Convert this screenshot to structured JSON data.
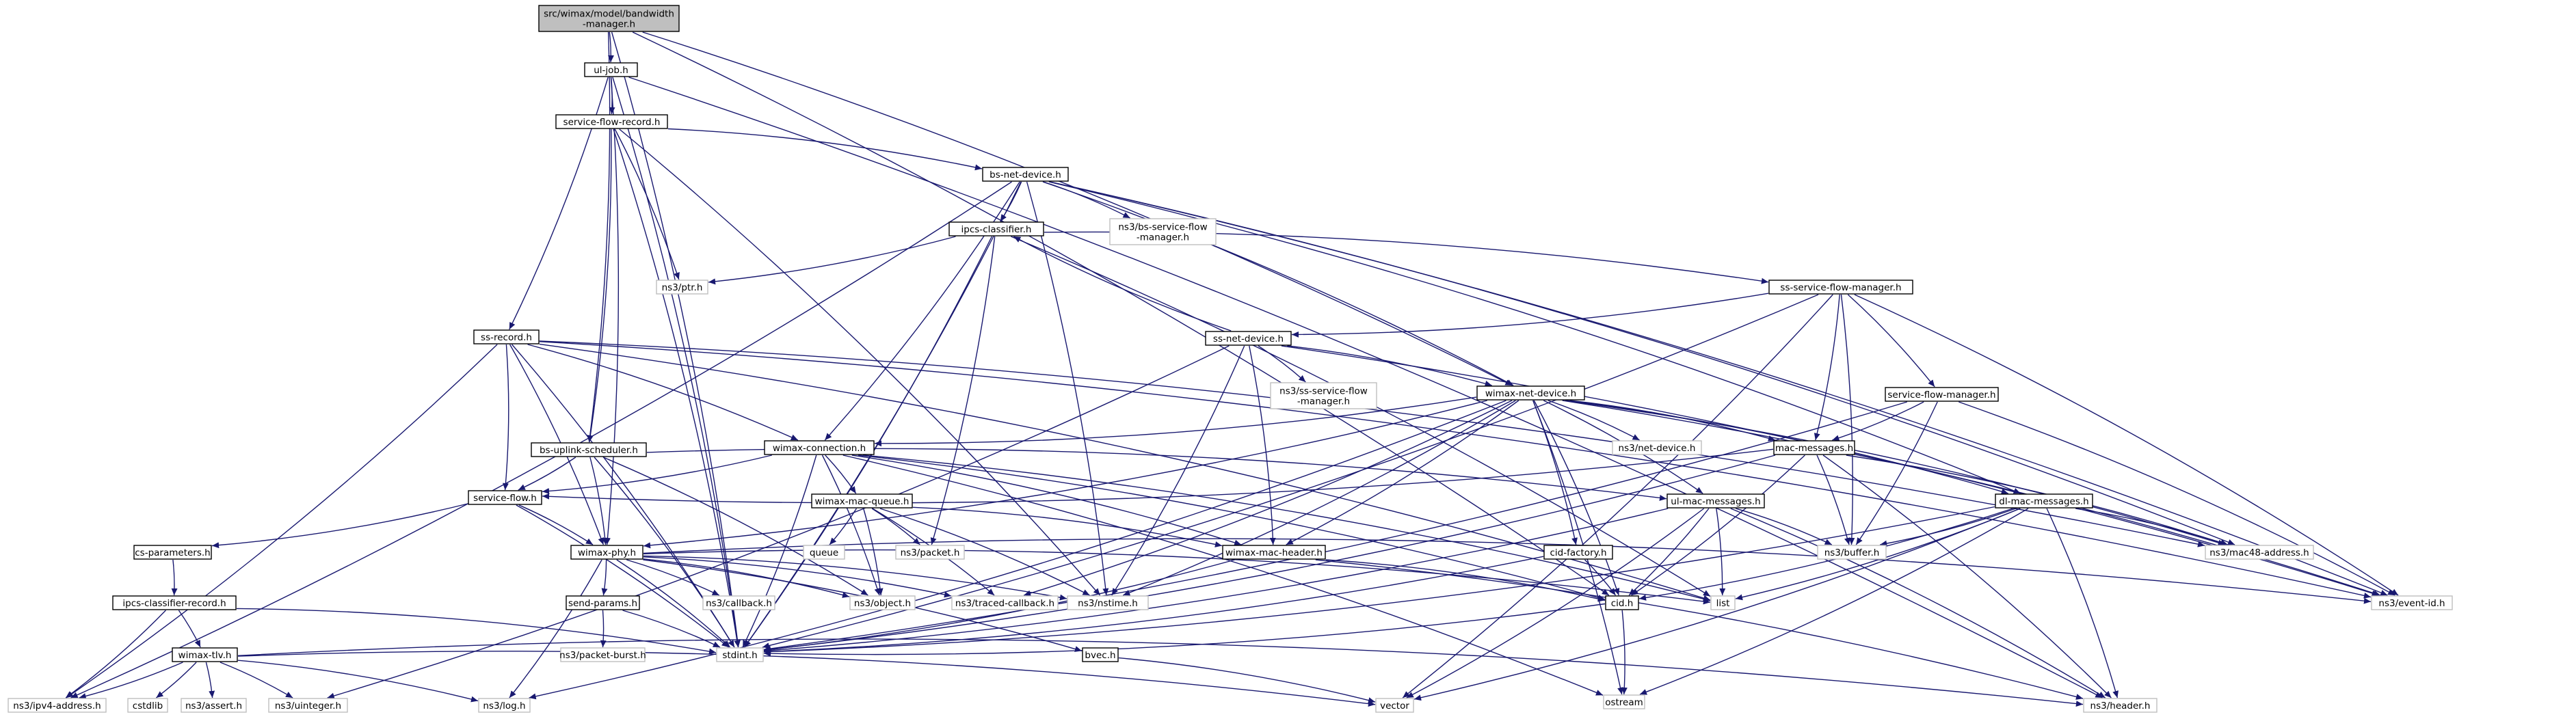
{
  "colors": {
    "edge": "#191970",
    "root_fill": "#bfbfbf",
    "node_fill": "#ffffff",
    "node_border": "#000000",
    "external_border": "#bfbfbf"
  },
  "nodes": [
    {
      "id": "root",
      "label": "src/wimax/model/bandwidth\n-manager.h",
      "kind": "root"
    },
    {
      "id": "uljob",
      "label": "ul-job.h",
      "kind": "internal"
    },
    {
      "id": "sfrec",
      "label": "service-flow-record.h",
      "kind": "internal"
    },
    {
      "id": "bsnet",
      "label": "bs-net-device.h",
      "kind": "internal"
    },
    {
      "id": "ipcs",
      "label": "ipcs-classifier.h",
      "kind": "internal"
    },
    {
      "id": "ptr",
      "label": "ns3/ptr.h",
      "kind": "external"
    },
    {
      "id": "bssfm",
      "label": "ns3/bs-service-flow\n-manager.h",
      "kind": "external"
    },
    {
      "id": "sssfm",
      "label": "ss-service-flow-manager.h",
      "kind": "internal"
    },
    {
      "id": "ssrec",
      "label": "ss-record.h",
      "kind": "internal"
    },
    {
      "id": "ssnet",
      "label": "ss-net-device.h",
      "kind": "internal"
    },
    {
      "id": "nsss",
      "label": "ns3/ss-service-flow\n-manager.h",
      "kind": "external"
    },
    {
      "id": "sfm",
      "label": "service-flow-manager.h",
      "kind": "internal"
    },
    {
      "id": "wnet",
      "label": "wimax-net-device.h",
      "kind": "internal"
    },
    {
      "id": "bsul",
      "label": "bs-uplink-scheduler.h",
      "kind": "internal"
    },
    {
      "id": "wconn",
      "label": "wimax-connection.h",
      "kind": "internal"
    },
    {
      "id": "netdev",
      "label": "ns3/net-device.h",
      "kind": "external"
    },
    {
      "id": "macmsg",
      "label": "mac-messages.h",
      "kind": "internal"
    },
    {
      "id": "sf",
      "label": "service-flow.h",
      "kind": "internal"
    },
    {
      "id": "wmq",
      "label": "wimax-mac-queue.h",
      "kind": "internal"
    },
    {
      "id": "ulmac",
      "label": "ul-mac-messages.h",
      "kind": "internal"
    },
    {
      "id": "dlmac",
      "label": "dl-mac-messages.h",
      "kind": "internal"
    },
    {
      "id": "queue",
      "label": "queue",
      "kind": "external"
    },
    {
      "id": "packet",
      "label": "ns3/packet.h",
      "kind": "external"
    },
    {
      "id": "cidf",
      "label": "cid-factory.h",
      "kind": "internal"
    },
    {
      "id": "buffer",
      "label": "ns3/buffer.h",
      "kind": "external"
    },
    {
      "id": "mac48",
      "label": "ns3/mac48-address.h",
      "kind": "external"
    },
    {
      "id": "csp",
      "label": "cs-parameters.h",
      "kind": "internal"
    },
    {
      "id": "wphy",
      "label": "wimax-phy.h",
      "kind": "internal"
    },
    {
      "id": "wmh",
      "label": "wimax-mac-header.h",
      "kind": "internal"
    },
    {
      "id": "cid",
      "label": "cid.h",
      "kind": "internal"
    },
    {
      "id": "list",
      "label": "list",
      "kind": "external"
    },
    {
      "id": "eventid",
      "label": "ns3/event-id.h",
      "kind": "external"
    },
    {
      "id": "ipcsr",
      "label": "ipcs-classifier-record.h",
      "kind": "internal"
    },
    {
      "id": "sendp",
      "label": "send-params.h",
      "kind": "internal"
    },
    {
      "id": "callback",
      "label": "ns3/callback.h",
      "kind": "external"
    },
    {
      "id": "object",
      "label": "ns3/object.h",
      "kind": "external"
    },
    {
      "id": "tcb",
      "label": "ns3/traced-callback.h",
      "kind": "external"
    },
    {
      "id": "nstime",
      "label": "ns3/nstime.h",
      "kind": "external"
    },
    {
      "id": "wtlv",
      "label": "wimax-tlv.h",
      "kind": "internal"
    },
    {
      "id": "pb",
      "label": "ns3/packet-burst.h",
      "kind": "external"
    },
    {
      "id": "stdint",
      "label": "stdint.h",
      "kind": "external"
    },
    {
      "id": "bvec",
      "label": "bvec.h",
      "kind": "internal"
    },
    {
      "id": "ostream",
      "label": "ostream",
      "kind": "external"
    },
    {
      "id": "ipv4",
      "label": "ns3/ipv4-address.h",
      "kind": "external"
    },
    {
      "id": "cstdlib",
      "label": "cstdlib",
      "kind": "external"
    },
    {
      "id": "assert",
      "label": "ns3/assert.h",
      "kind": "external"
    },
    {
      "id": "uint",
      "label": "ns3/uinteger.h",
      "kind": "external"
    },
    {
      "id": "log",
      "label": "ns3/log.h",
      "kind": "external"
    },
    {
      "id": "vector",
      "label": "vector",
      "kind": "external"
    },
    {
      "id": "header",
      "label": "ns3/header.h",
      "kind": "external"
    }
  ],
  "edges": [
    [
      "root",
      "uljob"
    ],
    [
      "root",
      "bsul"
    ],
    [
      "root",
      "stdint"
    ],
    [
      "root",
      "wnet"
    ],
    [
      "root",
      "cid"
    ],
    [
      "uljob",
      "sfrec"
    ],
    [
      "uljob",
      "ssrec"
    ],
    [
      "uljob",
      "wphy"
    ],
    [
      "uljob",
      "stdint"
    ],
    [
      "uljob",
      "header"
    ],
    [
      "sfrec",
      "bsnet"
    ],
    [
      "sfrec",
      "bsul"
    ],
    [
      "sfrec",
      "ptr"
    ],
    [
      "sfrec",
      "stdint"
    ],
    [
      "sfrec",
      "nstime"
    ],
    [
      "bsnet",
      "ipcs"
    ],
    [
      "bsnet",
      "bssfm"
    ],
    [
      "bsnet",
      "wnet"
    ],
    [
      "bsnet",
      "wconn"
    ],
    [
      "bsnet",
      "ipv4"
    ],
    [
      "bsnet",
      "mac48"
    ],
    [
      "bsnet",
      "eventid"
    ],
    [
      "bsnet",
      "dlmac"
    ],
    [
      "bsnet",
      "stdint"
    ],
    [
      "bsnet",
      "nstime"
    ],
    [
      "ipcs",
      "ptr"
    ],
    [
      "ipcs",
      "sssfm"
    ],
    [
      "ipcs",
      "packet"
    ],
    [
      "ipcs",
      "stdint"
    ],
    [
      "ipcs",
      "list"
    ],
    [
      "sssfm",
      "ssnet"
    ],
    [
      "sssfm",
      "sfm"
    ],
    [
      "sssfm",
      "macmsg"
    ],
    [
      "sssfm",
      "eventid"
    ],
    [
      "sssfm",
      "buffer"
    ],
    [
      "sssfm",
      "stdint"
    ],
    [
      "sssfm",
      "vector"
    ],
    [
      "ssrec",
      "wconn"
    ],
    [
      "ssrec",
      "sf"
    ],
    [
      "ssrec",
      "wphy"
    ],
    [
      "ssrec",
      "mac48"
    ],
    [
      "ssrec",
      "eventid"
    ],
    [
      "ssrec",
      "ipv4"
    ],
    [
      "ssrec",
      "stdint"
    ],
    [
      "ssrec",
      "list"
    ],
    [
      "ssnet",
      "ipcs"
    ],
    [
      "ssnet",
      "nsss"
    ],
    [
      "ssnet",
      "wnet"
    ],
    [
      "ssnet",
      "wmh"
    ],
    [
      "ssnet",
      "nstime"
    ],
    [
      "ssnet",
      "uint"
    ],
    [
      "ssnet",
      "eventid"
    ],
    [
      "sfm",
      "macmsg"
    ],
    [
      "sfm",
      "buffer"
    ],
    [
      "sfm",
      "eventid"
    ],
    [
      "sfm",
      "stdint"
    ],
    [
      "wnet",
      "wconn"
    ],
    [
      "wnet",
      "netdev"
    ],
    [
      "wnet",
      "macmsg"
    ],
    [
      "wnet",
      "ulmac"
    ],
    [
      "wnet",
      "dlmac"
    ],
    [
      "wnet",
      "cidf"
    ],
    [
      "wnet",
      "cid"
    ],
    [
      "wnet",
      "wmh"
    ],
    [
      "wnet",
      "wphy"
    ],
    [
      "wnet",
      "tcb"
    ],
    [
      "wnet",
      "nstime"
    ],
    [
      "wnet",
      "mac48"
    ],
    [
      "wnet",
      "eventid"
    ],
    [
      "wnet",
      "log"
    ],
    [
      "wnet",
      "ostream"
    ],
    [
      "bsul",
      "sf"
    ],
    [
      "bsul",
      "wphy"
    ],
    [
      "bsul",
      "stdint"
    ],
    [
      "bsul",
      "object"
    ],
    [
      "bsul",
      "ulmac"
    ],
    [
      "wconn",
      "wmq"
    ],
    [
      "wconn",
      "sf"
    ],
    [
      "wconn",
      "cid"
    ],
    [
      "wconn",
      "object"
    ],
    [
      "wconn",
      "stdint"
    ],
    [
      "wconn",
      "ostream"
    ],
    [
      "wconn",
      "wmh"
    ],
    [
      "wconn",
      "list"
    ],
    [
      "macmsg",
      "cid"
    ],
    [
      "macmsg",
      "buffer"
    ],
    [
      "macmsg",
      "sf"
    ],
    [
      "macmsg",
      "mac48"
    ],
    [
      "macmsg",
      "stdint"
    ],
    [
      "macmsg",
      "header"
    ],
    [
      "sf",
      "csp"
    ],
    [
      "sf",
      "wphy"
    ],
    [
      "sf",
      "stdint"
    ],
    [
      "wmq",
      "queue"
    ],
    [
      "wmq",
      "packet"
    ],
    [
      "wmq",
      "wmh"
    ],
    [
      "wmq",
      "object"
    ],
    [
      "wmq",
      "nstime"
    ],
    [
      "wmq",
      "tcb"
    ],
    [
      "ulmac",
      "cid"
    ],
    [
      "ulmac",
      "buffer"
    ],
    [
      "ulmac",
      "list"
    ],
    [
      "ulmac",
      "stdint"
    ],
    [
      "ulmac",
      "vector"
    ],
    [
      "ulmac",
      "header"
    ],
    [
      "dlmac",
      "cid"
    ],
    [
      "dlmac",
      "buffer"
    ],
    [
      "dlmac",
      "mac48"
    ],
    [
      "dlmac",
      "list"
    ],
    [
      "dlmac",
      "stdint"
    ],
    [
      "dlmac",
      "ostream"
    ],
    [
      "dlmac",
      "vector"
    ],
    [
      "dlmac",
      "header"
    ],
    [
      "cidf",
      "cid"
    ],
    [
      "cidf",
      "stdint"
    ],
    [
      "csp",
      "ipcsr"
    ],
    [
      "wphy",
      "sendp"
    ],
    [
      "wphy",
      "callback"
    ],
    [
      "wphy",
      "object"
    ],
    [
      "wphy",
      "tcb"
    ],
    [
      "wphy",
      "nstime"
    ],
    [
      "wphy",
      "bvec"
    ],
    [
      "wphy",
      "list"
    ],
    [
      "wphy",
      "eventid"
    ],
    [
      "wphy",
      "stdint"
    ],
    [
      "wphy",
      "log"
    ],
    [
      "wmh",
      "cid"
    ],
    [
      "wmh",
      "stdint"
    ],
    [
      "wmh",
      "header"
    ],
    [
      "cid",
      "stdint"
    ],
    [
      "cid",
      "ostream"
    ],
    [
      "ipcsr",
      "wtlv"
    ],
    [
      "ipcsr",
      "ipv4"
    ],
    [
      "ipcsr",
      "stdint"
    ],
    [
      "sendp",
      "pb"
    ],
    [
      "sendp",
      "stdint"
    ],
    [
      "wtlv",
      "ipv4"
    ],
    [
      "wtlv",
      "cstdlib"
    ],
    [
      "wtlv",
      "assert"
    ],
    [
      "wtlv",
      "uint"
    ],
    [
      "wtlv",
      "log"
    ],
    [
      "wtlv",
      "vector"
    ],
    [
      "wtlv",
      "header"
    ],
    [
      "bvec",
      "vector"
    ]
  ]
}
